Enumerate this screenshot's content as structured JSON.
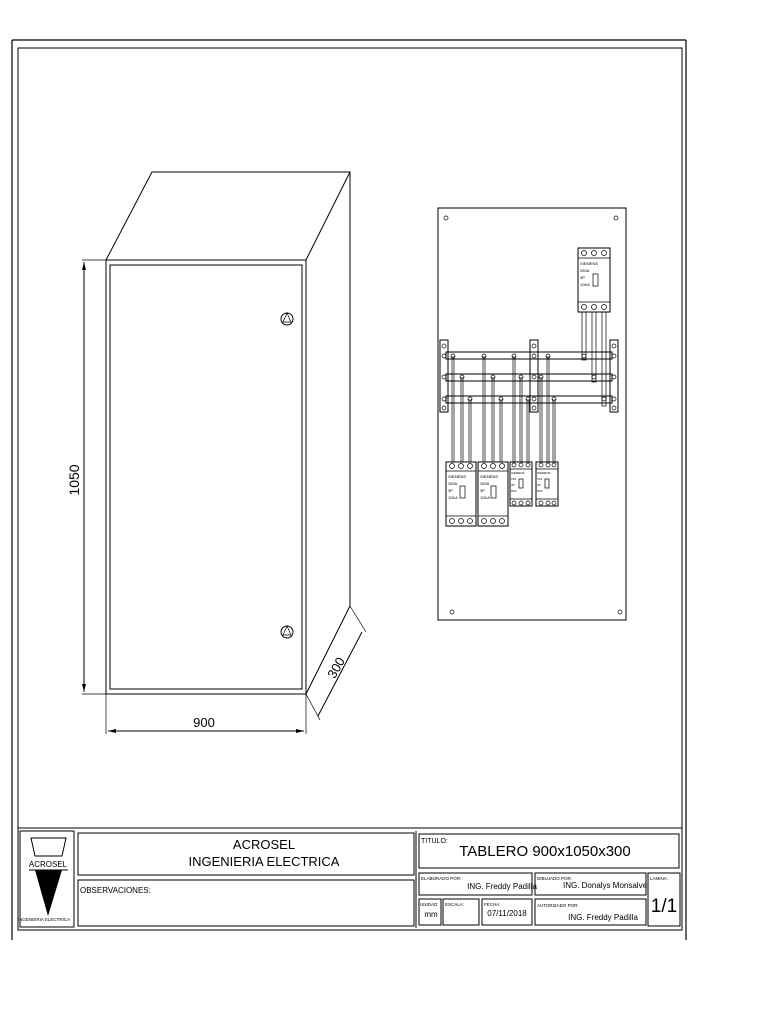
{
  "dimensions": {
    "height": "1050",
    "width": "900",
    "depth": "300"
  },
  "panel": {
    "breakers_large": [
      {
        "brand": "SIEMENS",
        "rating": "250A",
        "poles": "3P",
        "capacity": "10KA"
      },
      {
        "brand": "SIEMENS",
        "rating": "250A",
        "poles": "3P",
        "capacity": "10KA"
      },
      {
        "brand": "SIEMENS",
        "rating": "250A",
        "poles": "3P",
        "capacity": "10KA"
      }
    ],
    "breakers_small": [
      {
        "brand": "SIEMENS",
        "rating": "70A",
        "poles": "3P",
        "capacity": "6KA"
      },
      {
        "brand": "SIEMENS",
        "rating": "70A",
        "poles": "3P",
        "capacity": "6KA"
      }
    ]
  },
  "title_block": {
    "logo_text": "ACROSEL",
    "logo_subtext": "INGENIERIA ELECTRICA",
    "company_line1": "ACROSEL",
    "company_line2": "INGENIERIA ELECTRICA",
    "observaciones_label": "OBSERVACIONES:",
    "titulo_label": "TITULO:",
    "titulo_value": "TABLERO 900x1050x300",
    "elaborado_label": "ELABORADO POR:",
    "elaborado_value": "ING. Freddy Padilla",
    "dibujado_label": "DIBUJADO POR:",
    "dibujado_value": "ING. Donalys Monsalve",
    "lamina_label": "LAMINA:",
    "lamina_value": "1/1",
    "unidad_label": "UNIDAD:",
    "unidad_value": "mm",
    "escala_label": "ESCALA:",
    "escala_value": "",
    "fecha_label": "FECHA:",
    "fecha_value": "07/11/2018",
    "autorizado_label": "AUTORIZADO POR:",
    "autorizado_value": "ING. Freddy Padilla"
  }
}
